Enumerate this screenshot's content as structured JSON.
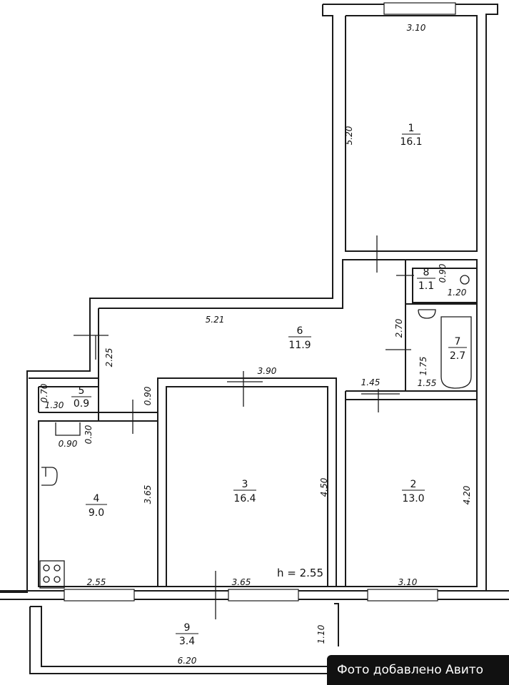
{
  "rooms": [
    {
      "id": "1",
      "num": "1",
      "area": "16.1"
    },
    {
      "id": "2",
      "num": "2",
      "area": "13.0"
    },
    {
      "id": "3",
      "num": "3",
      "area": "16.4"
    },
    {
      "id": "4",
      "num": "4",
      "area": "9.0"
    },
    {
      "id": "5",
      "num": "5",
      "area": "0.9"
    },
    {
      "id": "6",
      "num": "6",
      "area": "11.9"
    },
    {
      "id": "7",
      "num": "7",
      "area": "2.7"
    },
    {
      "id": "8",
      "num": "8",
      "area": "1.1"
    },
    {
      "id": "9",
      "num": "9",
      "area": "3.4"
    }
  ],
  "dimensions": {
    "r1_width": "3.10",
    "r1_length": "5.20",
    "r8_depth": "0.90",
    "r8_width": "1.20",
    "hall_width": "5.21",
    "hall_depth": "2.70",
    "hall_side": "2.25",
    "r7_length": "1.75",
    "r7_width": "1.55",
    "r5_depth": "0.70",
    "r5_width": "1.30",
    "r5_side": "0.90",
    "r3_width": "3.90",
    "r3_length": "4.50",
    "r3_bottom": "3.65",
    "passage": "1.45",
    "sink_depth": "0.30",
    "sink_width": "0.90",
    "r4_length": "3.65",
    "r4_width": "2.55",
    "r2_length": "4.20",
    "r2_width": "3.10",
    "balcony_depth": "1.10",
    "balcony_width": "6.20"
  },
  "ceiling_height": "h = 2.55",
  "watermark": "Фото добавлено Авито"
}
